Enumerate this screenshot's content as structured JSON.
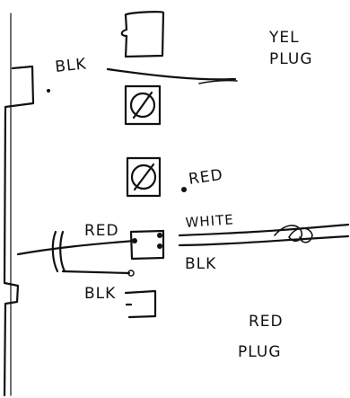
{
  "labels": {
    "blk_top": "BLK",
    "yel_plug_line1": "YEL",
    "yel_plug_line2": "PLUG",
    "red_mid": "RED",
    "red_left": "RED",
    "white": "WHITE",
    "blk_lower": "BLK",
    "blk_bottom": "BLK",
    "red_plug_line1": "RED",
    "red_plug_line2": "PLUG"
  }
}
